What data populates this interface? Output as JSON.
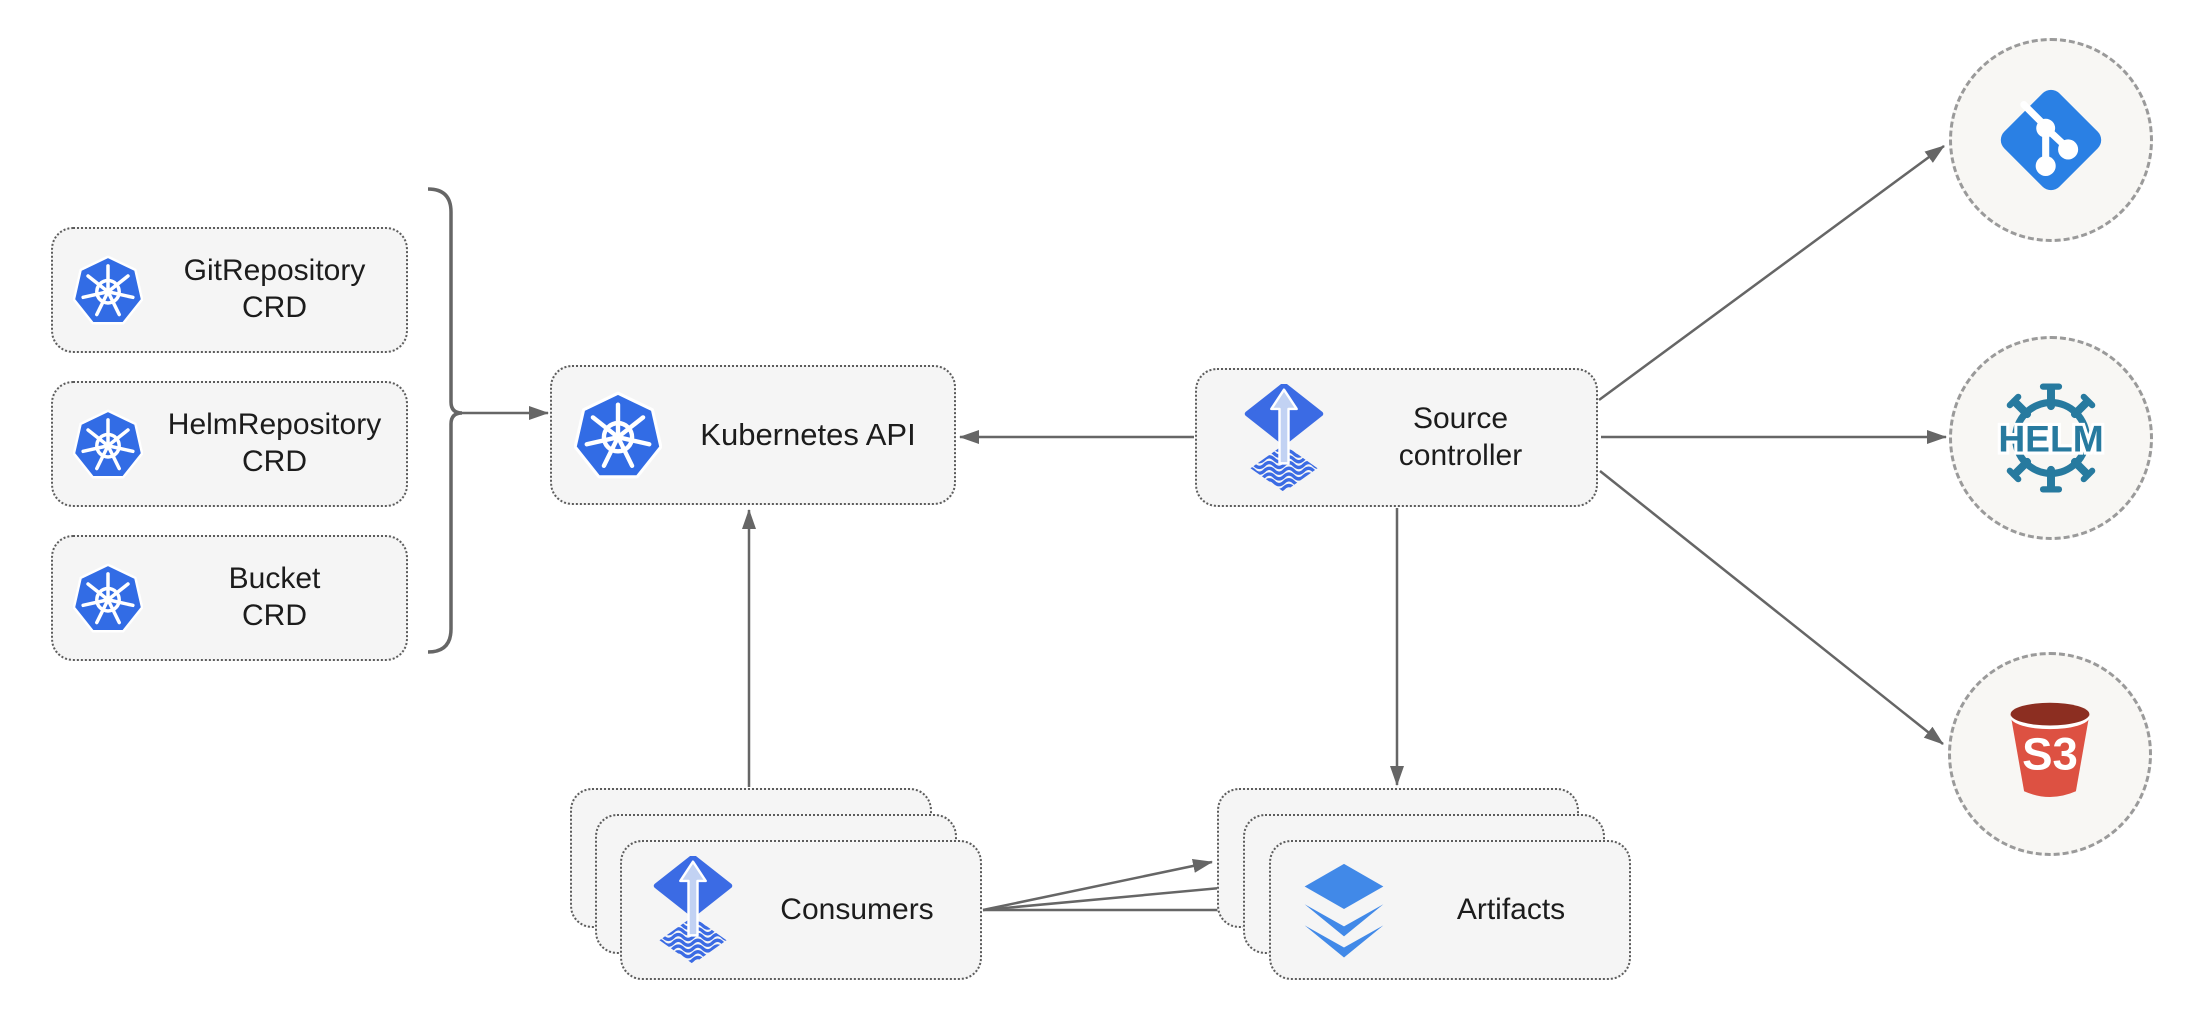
{
  "diagram": {
    "crd_boxes": [
      {
        "line1": "GitRepository",
        "line2": "CRD"
      },
      {
        "line1": "HelmRepository",
        "line2": "CRD"
      },
      {
        "line1": "Bucket",
        "line2": "CRD"
      }
    ],
    "kubernetes_api": {
      "label": "Kubernetes API"
    },
    "source_controller": {
      "line1": "Source",
      "line2": "controller"
    },
    "consumers": {
      "label": "Consumers"
    },
    "artifacts": {
      "label": "Artifacts"
    },
    "external_sources": {
      "helm_label": "HELM",
      "s3_label": "S3"
    },
    "colors": {
      "kubernetes_blue": "#326ce5",
      "flux_blue": "#3b6be4",
      "flux_arrow_light": "#c2d2f3",
      "git_blue": "#2a80e4",
      "layers_blue": "#4189e8",
      "helm_teal": "#277a9f",
      "s3_red": "#dd5142",
      "s3_dark": "#8c2e21",
      "arrow_gray": "#666666",
      "box_fill": "#f5f5f5",
      "box_border": "#5c5c5c",
      "circle_fill": "#f8f7f4",
      "circle_border": "#9a9a9a",
      "text": "#1c1c1c"
    }
  }
}
